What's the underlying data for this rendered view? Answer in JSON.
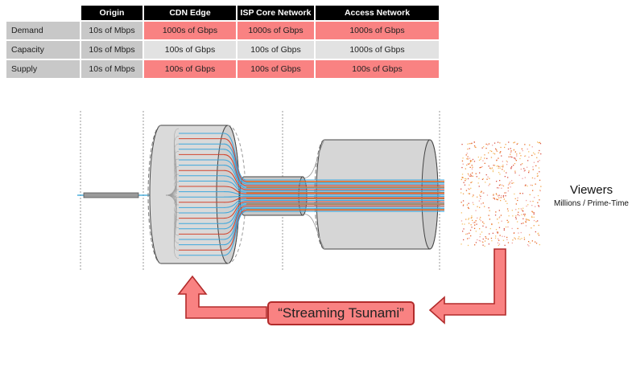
{
  "table": {
    "columns": [
      "Origin",
      "CDN Edge",
      "ISP Core Network",
      "Access Network"
    ],
    "rows": [
      {
        "label": "Demand",
        "cells": [
          "10s of Mbps",
          "1000s of Gbps",
          "1000s of Gbps",
          "1000s of Gbps"
        ]
      },
      {
        "label": "Capacity",
        "cells": [
          "10s of Mbps",
          "100s of Gbps",
          "100s of Gbps",
          "1000s of Gbps"
        ]
      },
      {
        "label": "Supply",
        "cells": [
          "10s of Mbps",
          "100s of Gbps",
          "100s of Gbps",
          "100s of Gbps"
        ]
      }
    ]
  },
  "viewers": {
    "title": "Viewers",
    "subtitle": "Millions / Prime-Time"
  },
  "callout": {
    "label": "“Streaming Tsunami”"
  },
  "colors": {
    "highlight": "#f98282",
    "light_cell": "#e2e2e2",
    "label_cell": "#c8c8c8",
    "header": "#000000",
    "arrow_fill": "#f98282",
    "arrow_stroke": "#b22b2b",
    "stream_blue": "#3fa7dc",
    "stream_red": "#d2452f",
    "cylinder": "#dcdcdc"
  }
}
